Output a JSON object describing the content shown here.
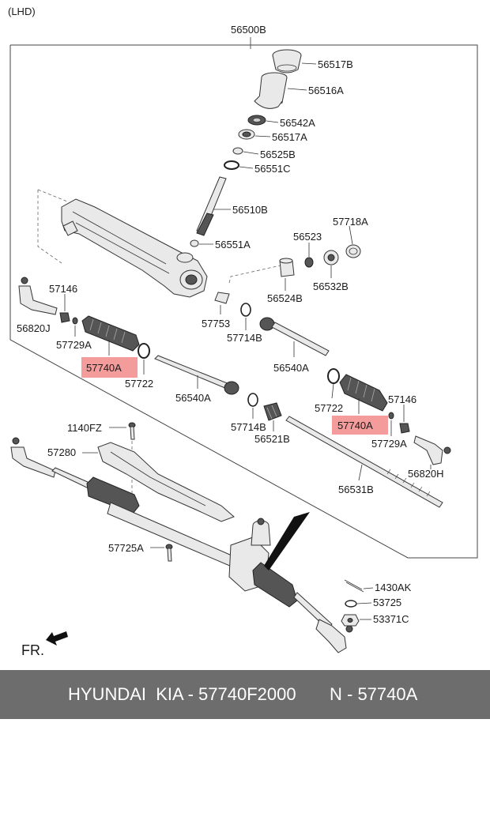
{
  "header": {
    "variant": "(LHD)",
    "assembly": "56500B"
  },
  "orientation_label": "FR.",
  "labels": {
    "p56517B": "56517B",
    "p56516A": "56516A",
    "p56542A": "56542A",
    "p56517A": "56517A",
    "p56525B": "56525B",
    "p56551C": "56551C",
    "p56510B": "56510B",
    "p56551A": "56551A",
    "p57718A": "57718A",
    "p56523": "56523",
    "p56524B": "56524B",
    "p56532B": "56532B",
    "p57146_l": "57146",
    "p56820J": "56820J",
    "p57729A_l": "57729A",
    "p57740A_l": "57740A",
    "p57722_l": "57722",
    "p56540A_l": "56540A",
    "p57753": "57753",
    "p57714B_top": "57714B",
    "p56540A_r": "56540A",
    "p57722_r": "57722",
    "p57740A_r": "57740A",
    "p57146_r": "57146",
    "p57729A_r": "57729A",
    "p56820H": "56820H",
    "p57714B_bot": "57714B",
    "p56521B": "56521B",
    "p56531B": "56531B",
    "p1140FZ": "1140FZ",
    "p57280": "57280",
    "p57725A": "57725A",
    "p1430AK": "1430AK",
    "p53725": "53725",
    "p53371C": "53371C"
  },
  "highlight_color": "#f28b8b",
  "footer": {
    "brand": "HYUNDAI  KIA - 57740F2000",
    "ref": "N - 57740A"
  }
}
